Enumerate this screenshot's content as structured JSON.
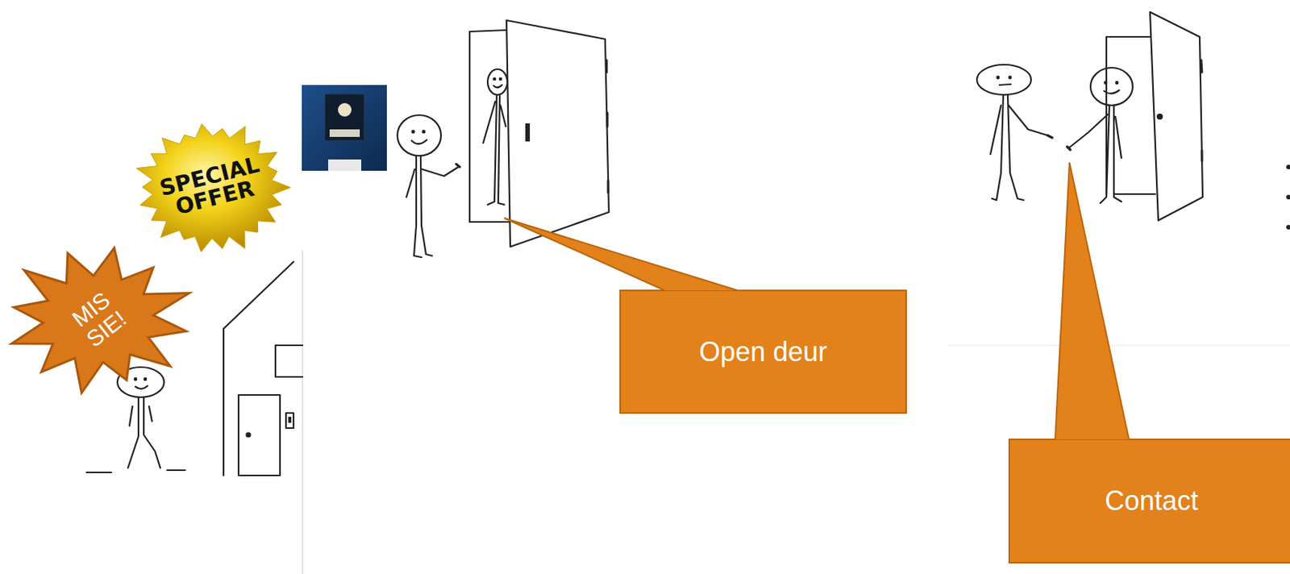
{
  "diagram": {
    "nodes": [
      {
        "text": [
          "SPECIAL OFFER"
        ]
      },
      {
        "text": [
          "MIS SIE!"
        ]
      },
      {
        "text": [
          "Open deur"
        ]
      },
      {
        "text": [
          "Contact"
        ]
      }
    ]
  }
}
